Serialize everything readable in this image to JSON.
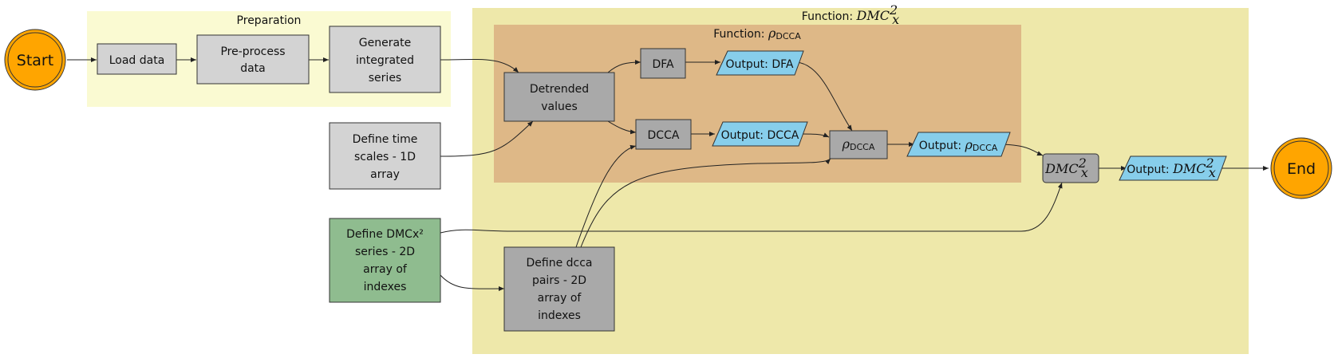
{
  "colors": {
    "preparation_bg": "#fafad2",
    "function_dmc_bg": "#eee8aa",
    "function_rho_bg": "#deb887",
    "light_gray": "#d3d3d3",
    "dark_gray": "#a9a9a9",
    "green": "#8fbc8f",
    "sky_blue": "#87ceeb",
    "orange": "#ffa500"
  },
  "groups": {
    "preparation": {
      "title": "Preparation"
    },
    "function_dmc": {
      "title_prefix": "Function: ",
      "math": "DMC",
      "sup": "2",
      "sub": "x"
    },
    "function_rho": {
      "title_prefix": "Function: ",
      "math": "ρ",
      "sub": "DCCA"
    }
  },
  "nodes": {
    "start": "Start",
    "end": "End",
    "load_data": [
      "Load data"
    ],
    "preprocess": [
      "Pre-process",
      "data"
    ],
    "generate": [
      "Generate",
      "integrated",
      "series"
    ],
    "define_time_scales": [
      "Define time",
      "scales - 1D",
      "array"
    ],
    "define_dmcx2": [
      "Define DMCx²",
      "series - 2D",
      "array of",
      "indexes"
    ],
    "define_dcca_pairs": [
      "Define dcca",
      "pairs - 2D",
      "array of",
      "indexes"
    ],
    "detrended": [
      "Detrended",
      "values"
    ],
    "dfa": "DFA",
    "dcca": "DCCA",
    "output_dfa": "Output: DFA",
    "output_dcca": "Output: DCCA",
    "rho_dcca": {
      "math": "ρ",
      "sub": "DCCA"
    },
    "output_rho": {
      "prefix": "Output: ",
      "math": "ρ",
      "sub": "DCCA"
    },
    "dmc": {
      "math": "DMC",
      "sup": "2",
      "sub": "x"
    },
    "output_dmc": {
      "prefix": "Output: ",
      "math": "DMC",
      "sup": "2",
      "sub": "x"
    }
  }
}
